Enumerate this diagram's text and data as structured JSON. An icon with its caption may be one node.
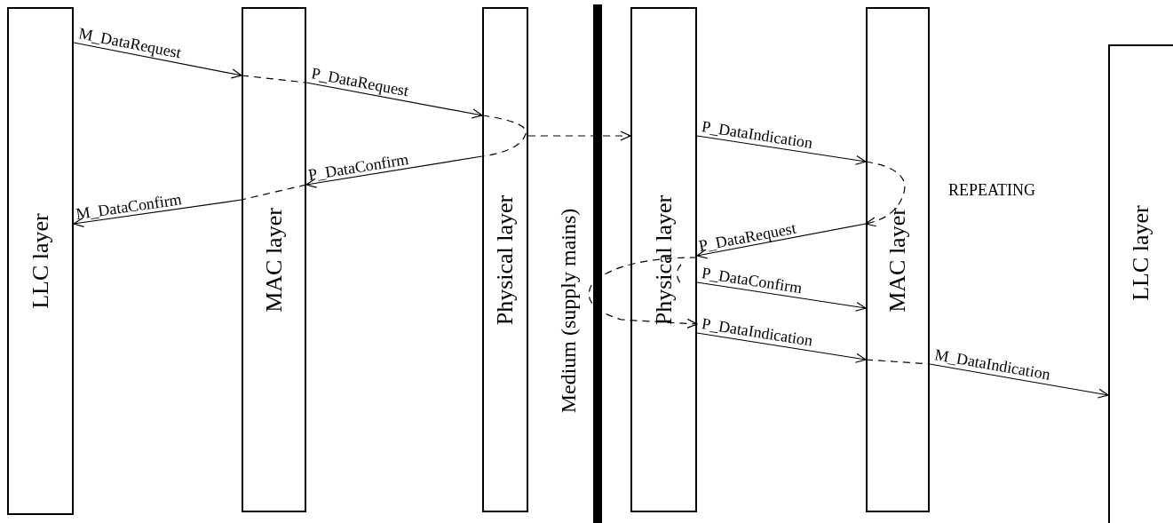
{
  "diagram": {
    "nodes": [
      {
        "text": [
          "LLC layer"
        ]
      },
      {
        "text": [
          "MAC layer"
        ]
      },
      {
        "text": [
          "Physical layer"
        ]
      },
      {
        "text": [
          "Physical layer"
        ]
      },
      {
        "text": [
          "MAC layer"
        ]
      },
      {
        "text": [
          "LLC layer"
        ]
      }
    ],
    "edges": [
      {
        "from": 0,
        "to": 1,
        "arrow": "to",
        "label": "M_DataRequest"
      },
      {
        "from": 1,
        "to": 2,
        "arrow": "to",
        "label": "P_DataRequest"
      },
      {
        "from": 2,
        "to": 3,
        "arrow": "to",
        "style": "dashed"
      },
      {
        "from": 2,
        "to": 1,
        "arrow": "to",
        "label": "P_DataConfirm"
      },
      {
        "from": 1,
        "to": 0,
        "arrow": "to",
        "label": "M_DataConfirm"
      },
      {
        "from": 3,
        "to": 4,
        "arrow": "to",
        "label": "P_DataIndication"
      },
      {
        "from": 4,
        "to": 4,
        "arrow": "to",
        "style": "dashed"
      },
      {
        "from": 4,
        "to": 3,
        "arrow": "to",
        "label": "P_DataRequest"
      },
      {
        "from": 3,
        "to": 4,
        "arrow": "to",
        "label": "P_DataConfirm"
      },
      {
        "from": 3,
        "to": 3,
        "arrow": "to",
        "style": "dashed"
      },
      {
        "from": 3,
        "to": 4,
        "arrow": "to",
        "label": "P_DataIndication"
      },
      {
        "from": 4,
        "to": 5,
        "arrow": "to",
        "label": "M_DataIndication"
      }
    ],
    "labels": [
      "Medium (supply mains)",
      "REPEATING"
    ]
  }
}
